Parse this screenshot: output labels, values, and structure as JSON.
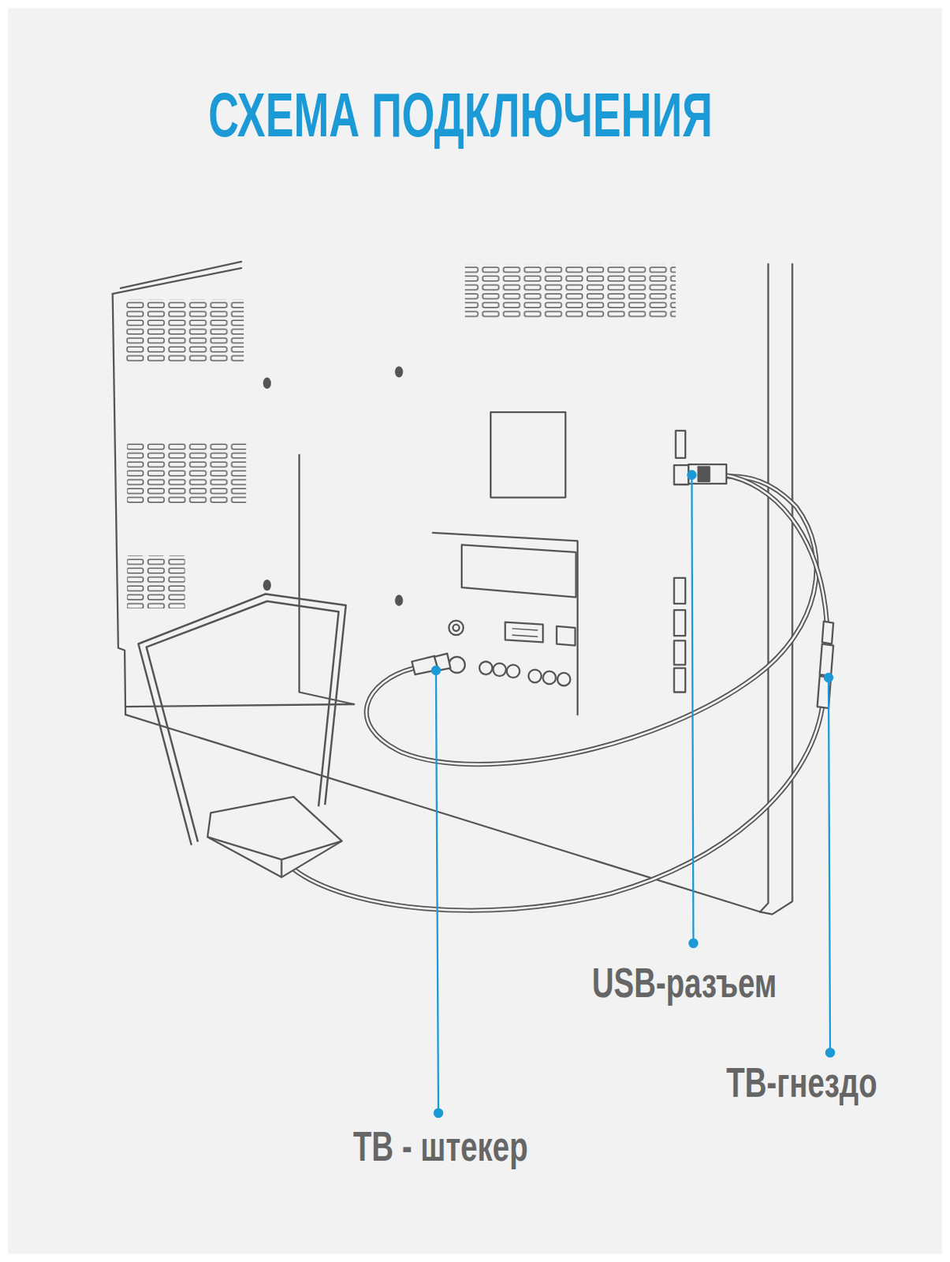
{
  "diagram": {
    "title": "СХЕМА ПОДКЛЮЧЕНИЯ",
    "labels": [
      "USB-разъем",
      "ТВ-гнездо",
      "ТВ - штекер"
    ]
  }
}
